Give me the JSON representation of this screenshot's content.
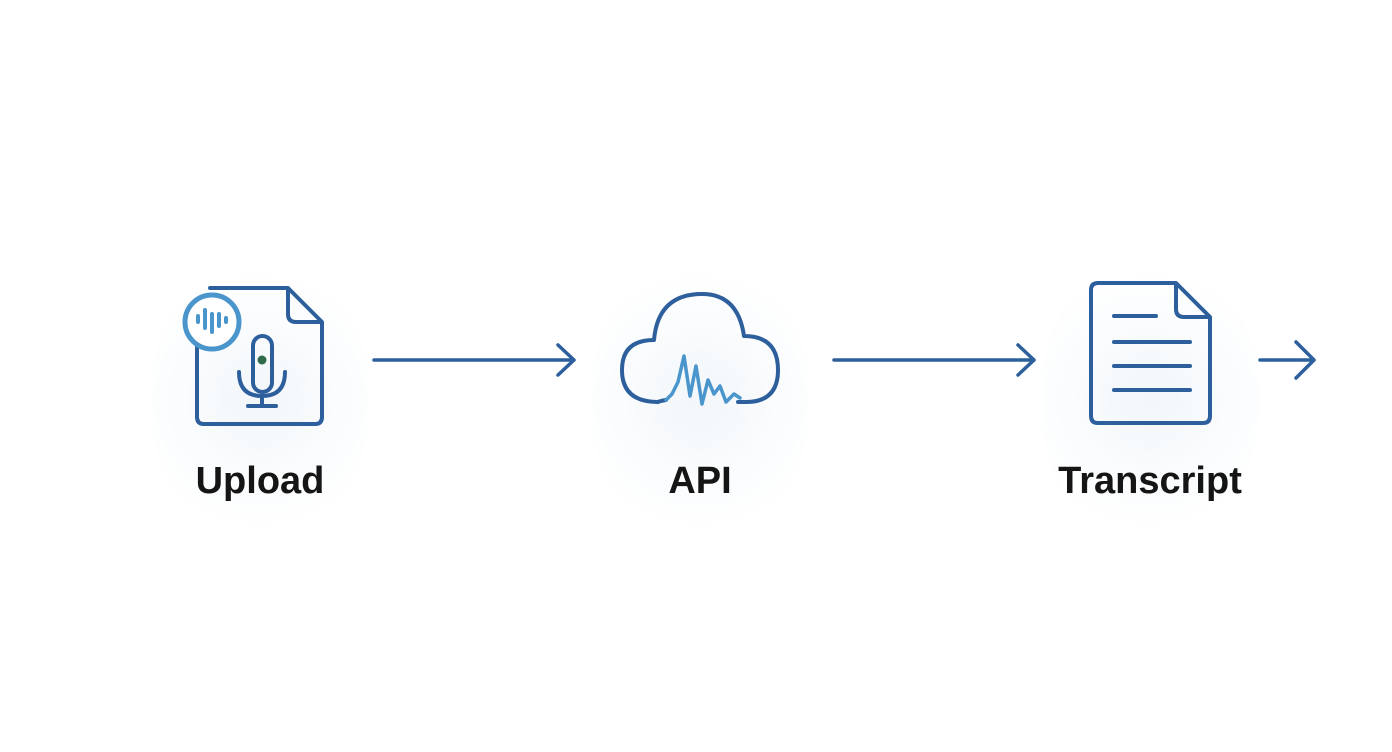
{
  "stages": [
    {
      "id": "upload",
      "label": "Upload",
      "icon": "audio-file-microphone-icon"
    },
    {
      "id": "api",
      "label": "API",
      "icon": "cloud-waveform-icon"
    },
    {
      "id": "transcript",
      "label": "Transcript",
      "icon": "text-document-icon"
    }
  ],
  "connectors": [
    {
      "from": "upload",
      "to": "api",
      "icon": "right-arrow-icon"
    },
    {
      "from": "api",
      "to": "transcript",
      "icon": "right-arrow-icon"
    },
    {
      "from": "transcript",
      "to": "",
      "icon": "right-arrow-icon"
    }
  ],
  "colors": {
    "stroke_primary": "#2c5f9c",
    "stroke_accent": "#4a95cc",
    "mic_dot": "#2e6b4a",
    "label_text": "#151515",
    "background": "#ffffff"
  }
}
